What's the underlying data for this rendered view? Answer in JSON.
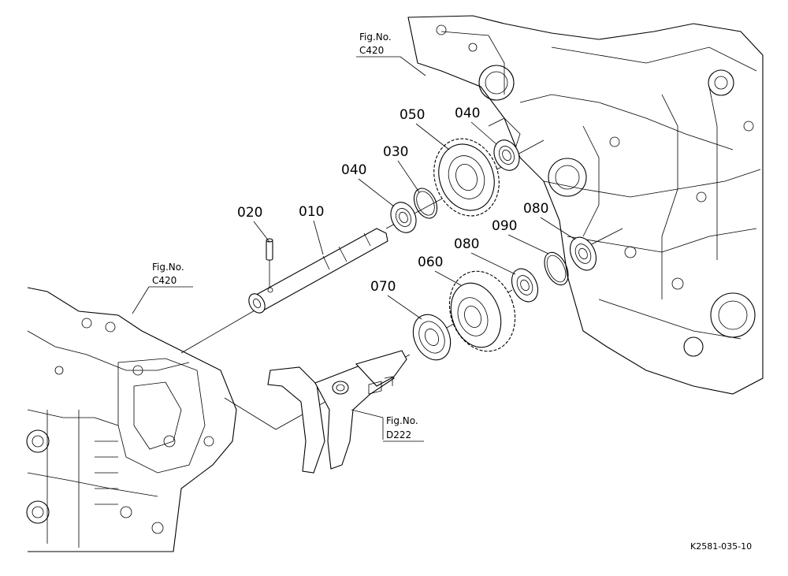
{
  "part_numbers": {
    "p010": "010",
    "p020": "020",
    "p030": "030",
    "p040a": "040",
    "p040b": "040",
    "p050": "050",
    "p060": "060",
    "p070": "070",
    "p080a": "080",
    "p080b": "080",
    "p090": "090"
  },
  "figure_refs": {
    "top": {
      "label": "Fig.No.",
      "code": "C420"
    },
    "left": {
      "label": "Fig.No.",
      "code": "C420"
    },
    "fork": {
      "label": "Fig.No.",
      "code": "D222"
    }
  },
  "drawing_code": "K2581-035-10",
  "colors": {
    "ink": "#000000",
    "paper": "#ffffff"
  }
}
